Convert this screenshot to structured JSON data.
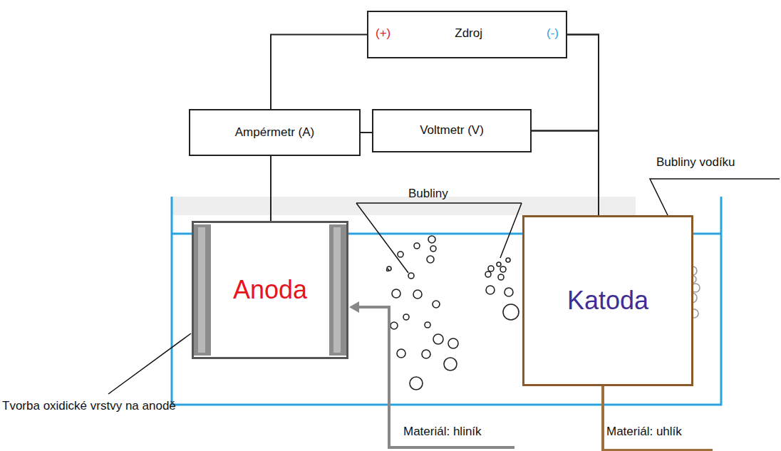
{
  "diagram": {
    "nodes": [
      {
        "text": [
          "(+)",
          "Zdroj",
          "(-)"
        ]
      },
      {
        "text": [
          "Ampérmetr (A)"
        ]
      },
      {
        "text": [
          "Voltmetr (V)"
        ]
      },
      {
        "text": [
          "Anoda"
        ]
      },
      {
        "text": [
          "Katoda"
        ]
      }
    ],
    "edges": [
      {
        "from": 0,
        "to": 1,
        "arrow": "none"
      },
      {
        "from": 1,
        "to": 3,
        "arrow": "none"
      },
      {
        "from": 1,
        "to": 2,
        "arrow": "none"
      },
      {
        "from": 2,
        "to": 0,
        "arrow": "none"
      },
      {
        "from": 2,
        "to": 4,
        "arrow": "none"
      },
      {
        "from": 0,
        "to": 4,
        "arrow": "none"
      }
    ],
    "labels": [
      "Bubliny",
      "Bubliny vodíku",
      "Tvorba oxidické vrstvy na anodě",
      "Materiál: hliník",
      "Materiál: uhlík"
    ]
  }
}
